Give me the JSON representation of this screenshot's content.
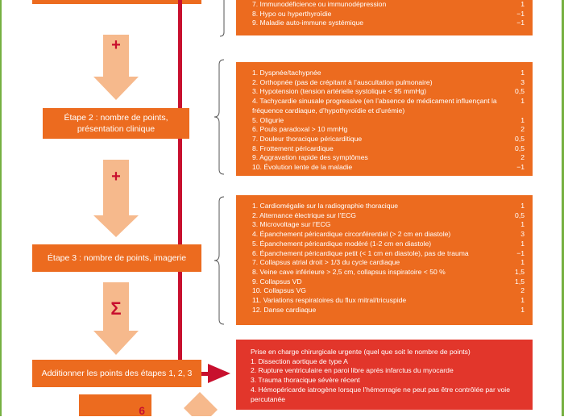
{
  "symbols": {
    "plus1": "+",
    "plus2": "+",
    "sum": "Σ"
  },
  "steps": {
    "step2": "Étape 2 : nombre de points, présentation clinique",
    "step3": "Étape 3 : nombre de points, imagerie",
    "sum": "Additionner les points des étapes 1, 2, 3",
    "bottom": "6"
  },
  "top_panel": [
    {
      "text": "7. Immunodéficience ou immunodépression",
      "points": "1"
    },
    {
      "text": "8. Hypo ou hyperthyroïdie",
      "points": "−1"
    },
    {
      "text": "9. Maladie auto-immune systémique",
      "points": "−1"
    }
  ],
  "clinical_panel": [
    {
      "text": "1. Dyspnée/tachypnée",
      "points": "1"
    },
    {
      "text": "2. Orthopnée (pas de crépitant à l’auscultation pulmonaire)",
      "points": "3"
    },
    {
      "text": "3. Hypotension (tension artérielle  systolique < 95 mmHg)",
      "points": "0,5"
    },
    {
      "text": "4. Tachycardie sinusale progressive (en l’absence de médicament influençant la fréquence cardiaque, d’hypothyroïdie et d’urémie)",
      "points": "1"
    },
    {
      "text": "5. Oligurie",
      "points": "1"
    },
    {
      "text": "6. Pouls paradoxal > 10 mmHg",
      "points": "2"
    },
    {
      "text": "7. Douleur thoracique péricarditique",
      "points": "0,5"
    },
    {
      "text": "8. Frottement péricardique",
      "points": "0,5"
    },
    {
      "text": "9. Aggravation rapide des symptômes",
      "points": "2"
    },
    {
      "text": "10. Évolution lente de la maladie",
      "points": "−1"
    }
  ],
  "imaging_panel": [
    {
      "text": "1. Cardiomégalie sur la radiographie thoracique",
      "points": "1"
    },
    {
      "text": "2. Alternance électrique sur l’ECG",
      "points": "0,5"
    },
    {
      "text": "3. Microvoltage sur l’ECG",
      "points": "1"
    },
    {
      "text": "4. Épanchement péricardique circonférentiel (> 2 cm en diastole)",
      "points": "3"
    },
    {
      "text": "5. Épanchement péricardique modéré (1-2 cm en diastole)",
      "points": "1"
    },
    {
      "text": "6. Épanchement péricardique petit (< 1 cm en diastole), pas de trauma",
      "points": "−1"
    },
    {
      "text": "7. Collapsus atrial droit > 1/3 du cycle cardiaque",
      "points": "1"
    },
    {
      "text": "8. Veine cave inférieure > 2,5 cm, collapsus inspiratoire < 50 %",
      "points": "1,5"
    },
    {
      "text": "9. Collapsus VD",
      "points": "1,5"
    },
    {
      "text": "10. Collapsus VG",
      "points": "2"
    },
    {
      "text": "11. Variations respiratoires du flux mitral/tricuspide",
      "points": "1"
    },
    {
      "text": "12. Danse cardiaque",
      "points": "1"
    }
  ],
  "surgery_panel": {
    "title": "Prise en charge chirurgicale urgente (quel que soit le nombre de points)",
    "items": [
      "1. Dissection aortique de type A",
      "2. Rupture ventriculaire en paroi libre après infarctus du myocarde",
      "3. Trauma thoracique sévère récent",
      "4. Hémopéricarde iatrogène lorsque l’hémorragie ne peut pas être contrôlée par voie percutanée"
    ]
  },
  "colors": {
    "orange": "#ec6b1f",
    "red": "#e2362b",
    "pale_arrow": "#f6b98c",
    "line": "#c8102e",
    "frame": "#76b041"
  }
}
